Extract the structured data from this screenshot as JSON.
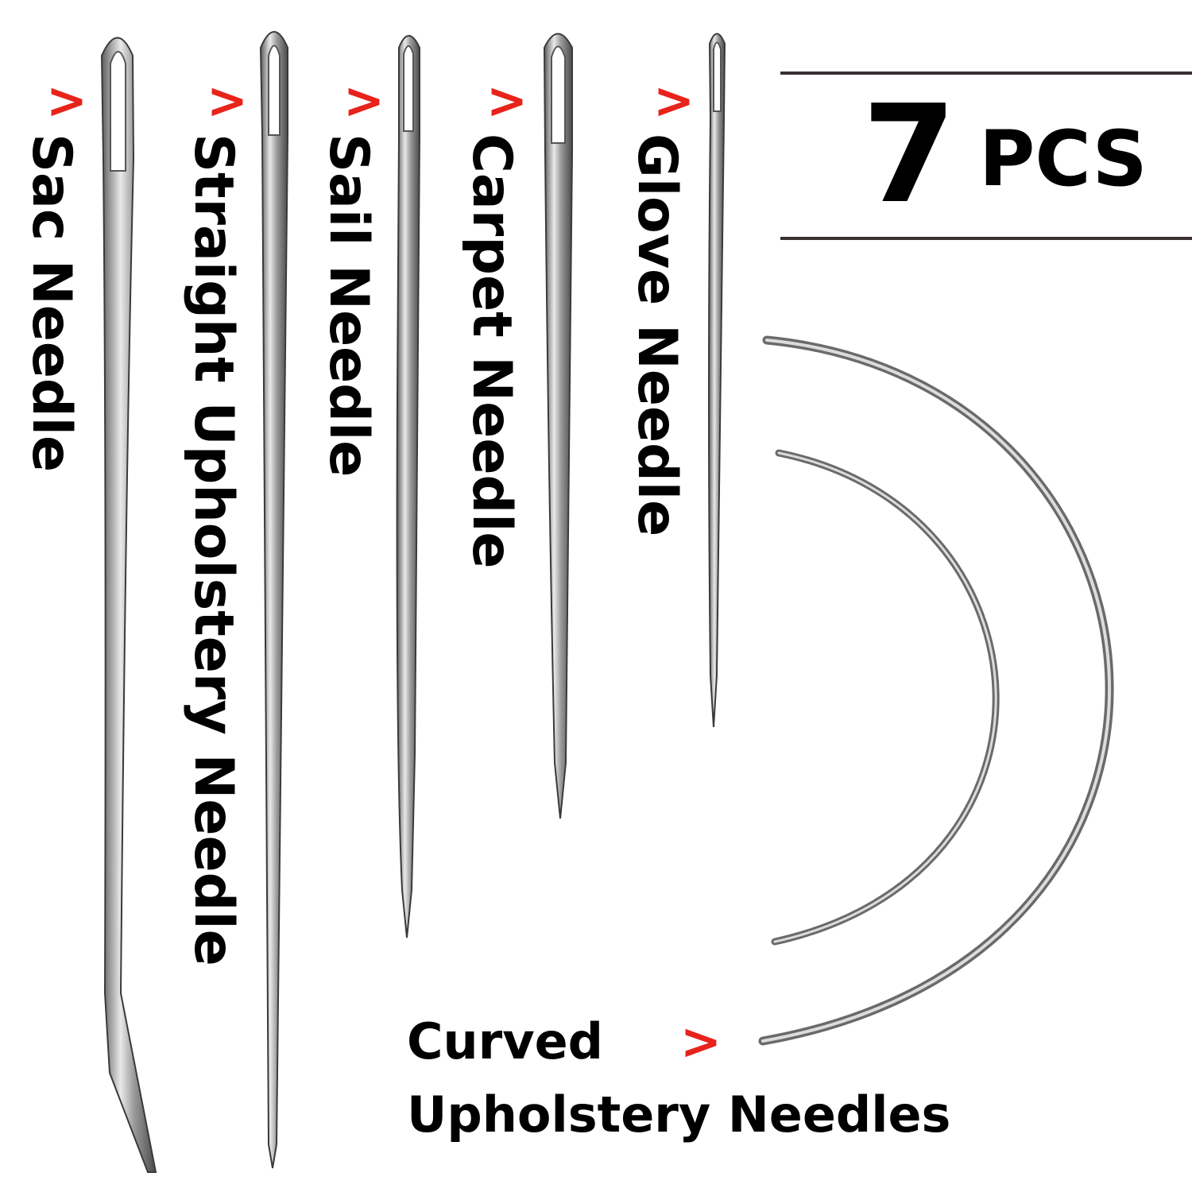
{
  "badge": {
    "number": "7",
    "unit": "PCS"
  },
  "arrow_symbol": ">",
  "accent_color": "#e8231b",
  "needles": [
    {
      "label": "Sac Needle"
    },
    {
      "label": "Straight Upholstery Needle"
    },
    {
      "label": "Sail Needle"
    },
    {
      "label": "Carpet Needle"
    },
    {
      "label": "Glove Needle"
    }
  ],
  "curved": {
    "line1": "Curved",
    "line2": "Upholstery Needles"
  }
}
